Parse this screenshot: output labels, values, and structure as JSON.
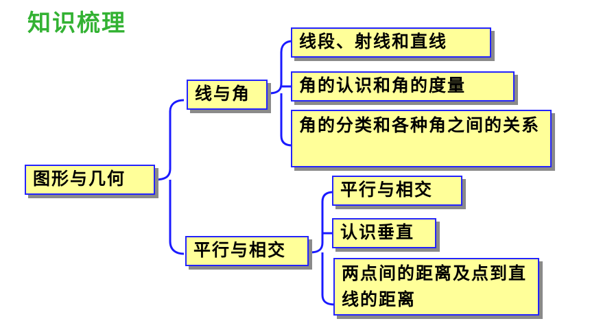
{
  "title": "知识梳理",
  "root": {
    "label": "图形与几何"
  },
  "branches": [
    {
      "label": "线与角",
      "children": [
        "线段、射线和直线",
        "角的认识和角的度量",
        "角的分类和各种角之间的关系"
      ]
    },
    {
      "label": "平行与相交",
      "children": [
        "平行与相交",
        "认识垂直",
        "两点间的距离及点到直线的距离"
      ]
    }
  ],
  "colors": {
    "title": "#33b233",
    "box_fill": "#ffff99",
    "box_border": "#2222ff",
    "connector": "#1a1aff",
    "shadow": "#8a8a8a"
  }
}
